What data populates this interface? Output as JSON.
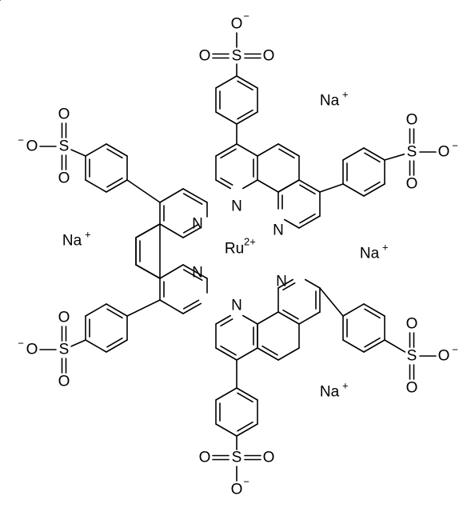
{
  "metal": {
    "symbol": "Ru",
    "charge": "2+"
  },
  "counterions": {
    "symbol": "Na",
    "charge": "+"
  },
  "atoms": {
    "sulfur": "S",
    "oxygen": "O",
    "nitrogen": "N",
    "negative": "−"
  },
  "colors": {
    "ink": "#000000",
    "background": "#ffffff"
  }
}
